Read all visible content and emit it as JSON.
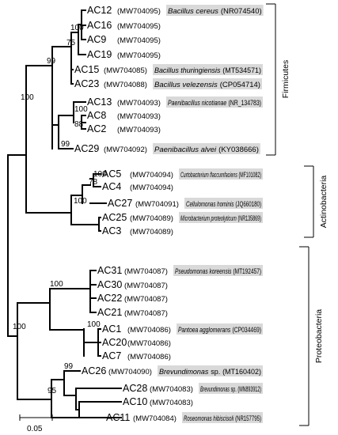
{
  "taxa": [
    {
      "id": "AC12",
      "acc": "(MW704095)",
      "species": "Bacillus cereus",
      "ref": "(NR074540)"
    },
    {
      "id": "AC16",
      "acc": "(MW704095)",
      "species": "",
      "ref": ""
    },
    {
      "id": "AC9",
      "acc": "(MW704095)",
      "species": "",
      "ref": ""
    },
    {
      "id": "AC19",
      "acc": "(MW704095)",
      "species": "",
      "ref": ""
    },
    {
      "id": "AC15",
      "acc": "(MW704085)",
      "species": "Bacillus thuringiensis",
      "ref": "(MT534571)"
    },
    {
      "id": "AC23",
      "acc": "(MW704088)",
      "species": "Bacillus velezensis",
      "ref": "(CP054714)"
    },
    {
      "id": "AC13",
      "acc": "(MW704093)",
      "species": "Paenibacillus nicotianae",
      "ref": "(NR_134783)"
    },
    {
      "id": "AC8",
      "acc": "(MW704093)",
      "species": "",
      "ref": ""
    },
    {
      "id": "AC2",
      "acc": "(MW704093)",
      "species": "",
      "ref": ""
    },
    {
      "id": "AC29",
      "acc": "(MW704092)",
      "species": "Paenibacillus alvei",
      "ref": "(KY038666)"
    },
    {
      "id": "AC5",
      "acc": "(MW704094)",
      "species": "Curtobacterium flaccumfaciens",
      "ref": "(MF101082)"
    },
    {
      "id": "AC4",
      "acc": "(MW704094)",
      "species": "",
      "ref": ""
    },
    {
      "id": "AC27",
      "acc": "(MW704091)",
      "species": "Cellulomonas hominis",
      "ref": "(JQ660180)"
    },
    {
      "id": "AC25",
      "acc": "(MW704089)",
      "species": "Microbacterium proteolyticum",
      "ref": "(NR135869)"
    },
    {
      "id": "AC3",
      "acc": "(MW704089)",
      "species": "",
      "ref": ""
    },
    {
      "id": "AC31",
      "acc": "(MW704087)",
      "species": "Pseudomonas koreensis",
      "ref": "(MT192457)"
    },
    {
      "id": "AC30",
      "acc": "(MW704087)",
      "species": "",
      "ref": ""
    },
    {
      "id": "AC22",
      "acc": "(MW704087)",
      "species": "",
      "ref": ""
    },
    {
      "id": "AC21",
      "acc": "(MW704087)",
      "species": "",
      "ref": ""
    },
    {
      "id": "AC1",
      "acc": "(MW704086)",
      "species": "Pantoea agglomerans",
      "ref": "(CP034469)"
    },
    {
      "id": "AC20",
      "acc": "(MW704086)",
      "species": "",
      "ref": ""
    },
    {
      "id": "AC7",
      "acc": "(MW704086)",
      "species": "",
      "ref": ""
    },
    {
      "id": "AC26",
      "acc": "(MW704090)",
      "species": "Brevundimonas",
      "species_suffix": "sp.",
      "ref": "(MT160402)"
    },
    {
      "id": "AC28",
      "acc": "(MW704083)",
      "species": "Brevundimonas",
      "species_suffix": "sp.",
      "ref": "(MN893912)"
    },
    {
      "id": "AC10",
      "acc": "(MW704083)",
      "species": "",
      "ref": ""
    },
    {
      "id": "AC11",
      "acc": "(MW704084)",
      "species": "Roseomonas hibiscisoli",
      "ref": "(NR157795)"
    }
  ],
  "bootstrap": [
    "100",
    "75",
    "99",
    "100",
    "100",
    "99",
    "100",
    "78",
    "100",
    "100",
    "100",
    "100",
    "99",
    "95",
    "88"
  ],
  "phyla": [
    "Firmicutes",
    "Actinobacteria",
    "Proteobacteria"
  ],
  "scale_bar": {
    "label": "0.05"
  }
}
